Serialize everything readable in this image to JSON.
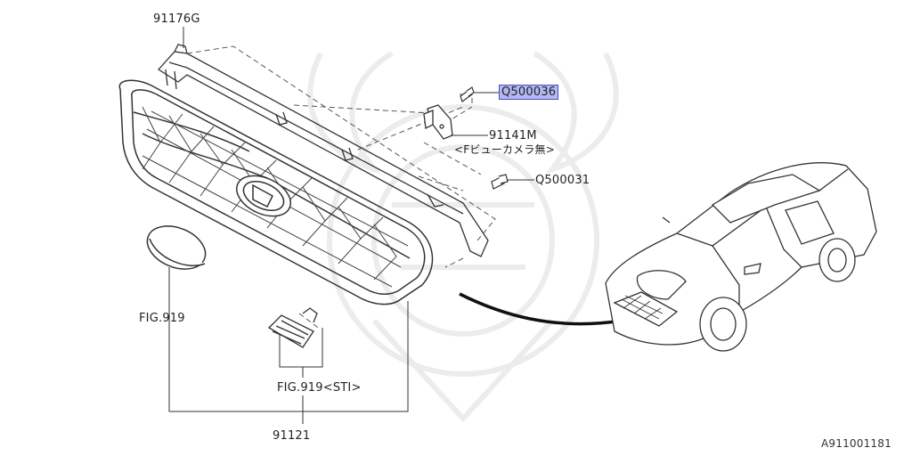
{
  "callouts": {
    "grille_bracket": "91176G",
    "screw_top": "Q500036",
    "bracket_right": "91141M",
    "bracket_right_note": "<Fビューカメラ無>",
    "screw_mid": "Q500031",
    "emblem_fig": "FIG.919",
    "sti_fig": "FIG.919<STI>",
    "grille_assy": "91121"
  },
  "footer": {
    "diagram_id": "A911001181"
  },
  "colors": {
    "line": "#333333",
    "highlight_fill": "#b3b7f2",
    "highlight_border": "#4a4ec4",
    "watermark": "#eeeeee"
  }
}
